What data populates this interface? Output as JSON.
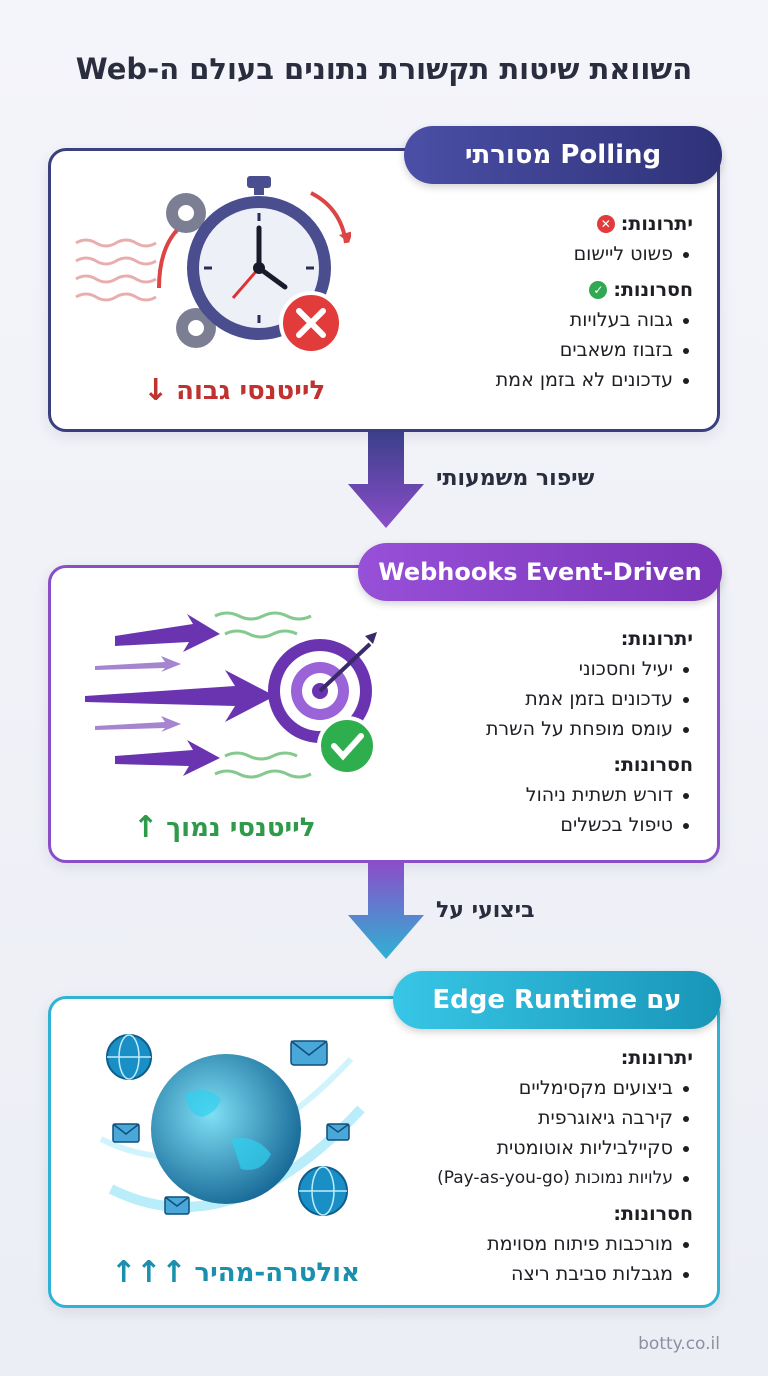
{
  "title": "השוואת שיטות תקשורת נתונים בעולם ה-Web",
  "cards": [
    {
      "header": "Polling מסורתי",
      "pros_title": "יתרונות:",
      "pros": [
        "פשוט ליישום"
      ],
      "cons_title": "חסרונות:",
      "cons": [
        "גבוה בעלויות",
        "בזבוז משאבים",
        "עדכונים לא בזמן אמת"
      ],
      "latency": "לייטנסי גבוה",
      "latency_color": "#c0322f"
    },
    {
      "header": "Webhooks Event-Driven",
      "pros_title": "יתרונות:",
      "pros": [
        "יעיל וחסכוני",
        "עדכונים בזמן אמת",
        "עומס מופחת על השרת"
      ],
      "cons_title": "חסרונות:",
      "cons": [
        "דורש תשתית ניהול",
        "טיפול בכשלים"
      ],
      "latency": "לייטנסי נמוך",
      "latency_color": "#2e9a4a"
    },
    {
      "header": "עם Edge Runtime",
      "pros_title": "יתרונות:",
      "pros": [
        "ביצועים מקסימליים",
        "קירבה גיאוגרפית",
        "סקיילביליות אוטומטית",
        "עלויות נמוכות (Pay-as-you-go)"
      ],
      "cons_title": "חסרונות:",
      "cons": [
        "מורכבות פיתוח מסוימת",
        "מגבלות סביבת ריצה"
      ],
      "latency": "אולטרה-מהיר",
      "latency_color": "#1a8fae"
    }
  ],
  "transitions": [
    "שיפור משמעותי",
    "ביצועי על"
  ],
  "footer": "botty.co.il"
}
